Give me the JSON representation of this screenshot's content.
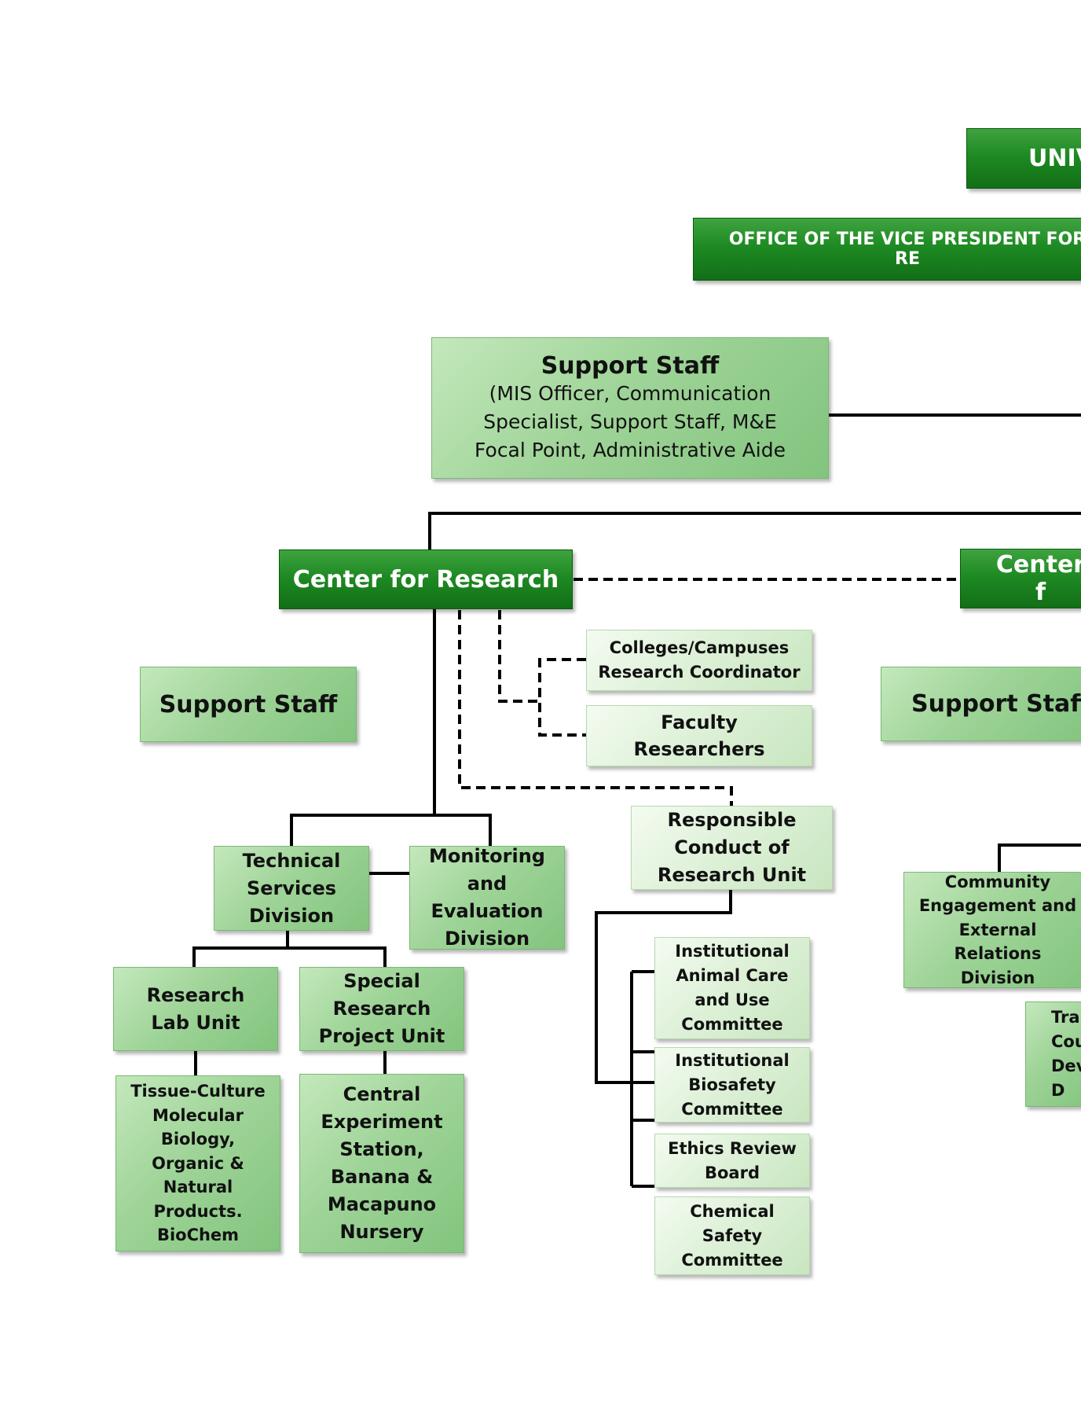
{
  "university_box": {
    "label": "UNIV"
  },
  "ovp_box": {
    "label": "OFFICE OF THE VICE PRESIDENT FOR RE"
  },
  "top_support_staff": {
    "title": "Support Staff",
    "details": "(MIS Officer, Communication\nSpecialist, Support Staff, M&E\nFocal Point, Administrative Aide"
  },
  "center_for_research": {
    "label": "Center for Research"
  },
  "center_right": {
    "label": "Center f"
  },
  "support_staff_left": {
    "label": "Support Staff"
  },
  "support_staff_right": {
    "label": "Support Staff"
  },
  "colleges_coordinator": {
    "label": "Colleges/Campuses\nResearch Coordinator"
  },
  "faculty_researchers": {
    "label": "Faculty\nResearchers"
  },
  "rcr_unit": {
    "label": "Responsible\nConduct of\nResearch Unit"
  },
  "technical_services": {
    "label": "Technical\nServices\nDivision"
  },
  "monitoring_evaluation": {
    "label": "Monitoring\nand\nEvaluation\nDivision"
  },
  "research_lab_unit": {
    "label": "Research\nLab Unit"
  },
  "special_research": {
    "label": "Special\nResearch\nProject Unit"
  },
  "tissue_culture": {
    "label": "Tissue-Culture\nMolecular\nBiology,\nOrganic &\nNatural\nProducts.\nBioChem"
  },
  "central_experiment": {
    "label": "Central\nExperiment\nStation,\nBanana &\nMacapuno\nNursery"
  },
  "animal_care": {
    "label": "Institutional\nAnimal Care\nand Use\nCommittee"
  },
  "biosafety": {
    "label": "Institutional\nBiosafety\nCommittee"
  },
  "ethics_review": {
    "label": "Ethics Review\nBoard"
  },
  "chemical_safety": {
    "label": "Chemical\nSafety\nCommittee"
  },
  "community_engagement": {
    "label": "Community\nEngagement and\nExternal\nRelations\nDivision"
  },
  "training_partial": {
    "label": "Trai\nCou\nDeve\nD"
  }
}
